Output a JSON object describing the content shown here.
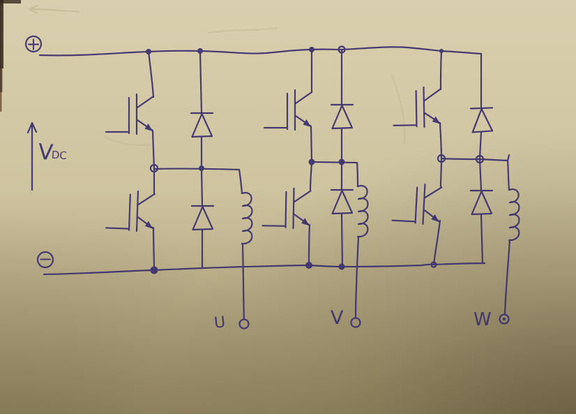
{
  "diagram": {
    "kind": "hand-drawn three-phase inverter schematic",
    "dc_bus": {
      "positive_terminal": "circled plus, top rail",
      "negative_terminal": "circled minus, bottom rail"
    },
    "phases": [
      {
        "label": "U",
        "high_side": "igbt",
        "low_side": "igbt",
        "diodes": 2,
        "output_inductor": true
      },
      {
        "label": "V",
        "high_side": "igbt",
        "low_side": "igbt",
        "diodes": 2,
        "output_inductor": true
      },
      {
        "label": "W",
        "high_side": "igbt",
        "low_side": "igbt",
        "diodes": 2,
        "output_inductor": true
      }
    ]
  },
  "labels": {
    "dc_positive": "+",
    "dc_negative": "−",
    "dc_voltage_main": "V",
    "dc_voltage_sub": "DC",
    "phase_u": "U",
    "phase_v": "V",
    "phase_w": "W"
  },
  "colors": {
    "ink": "#3e336e",
    "paper_top": "#d9cfae",
    "paper_mid": "#cfc4a0",
    "paper_bottom": "#9a8d66",
    "corner_shadow": "#453a24",
    "edge_dark": "#362a1e",
    "edge_warm": "#6e4f33",
    "emboss": "#b4a980"
  }
}
